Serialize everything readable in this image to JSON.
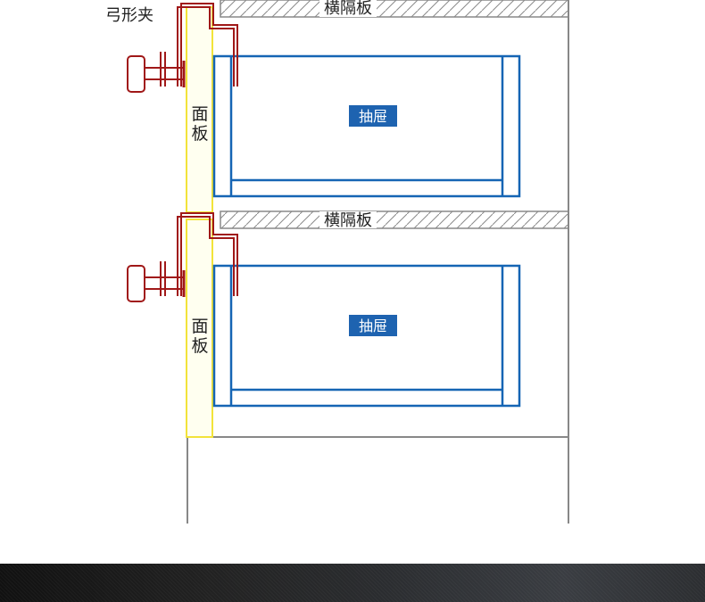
{
  "labels": {
    "clamp": "弓形夹",
    "shelf": "横隔板",
    "panel_line1": "面",
    "panel_line2": "板",
    "drawer": "抽屉"
  },
  "colors": {
    "clamp": "#a01818",
    "panel": "#f2e33a",
    "drawer": "#1565b4",
    "drawer_label_bg": "#1e63b0",
    "cabinet": "#888888",
    "shelf_hatch": "#8a8a8a",
    "footer": "#2a2c2f"
  }
}
